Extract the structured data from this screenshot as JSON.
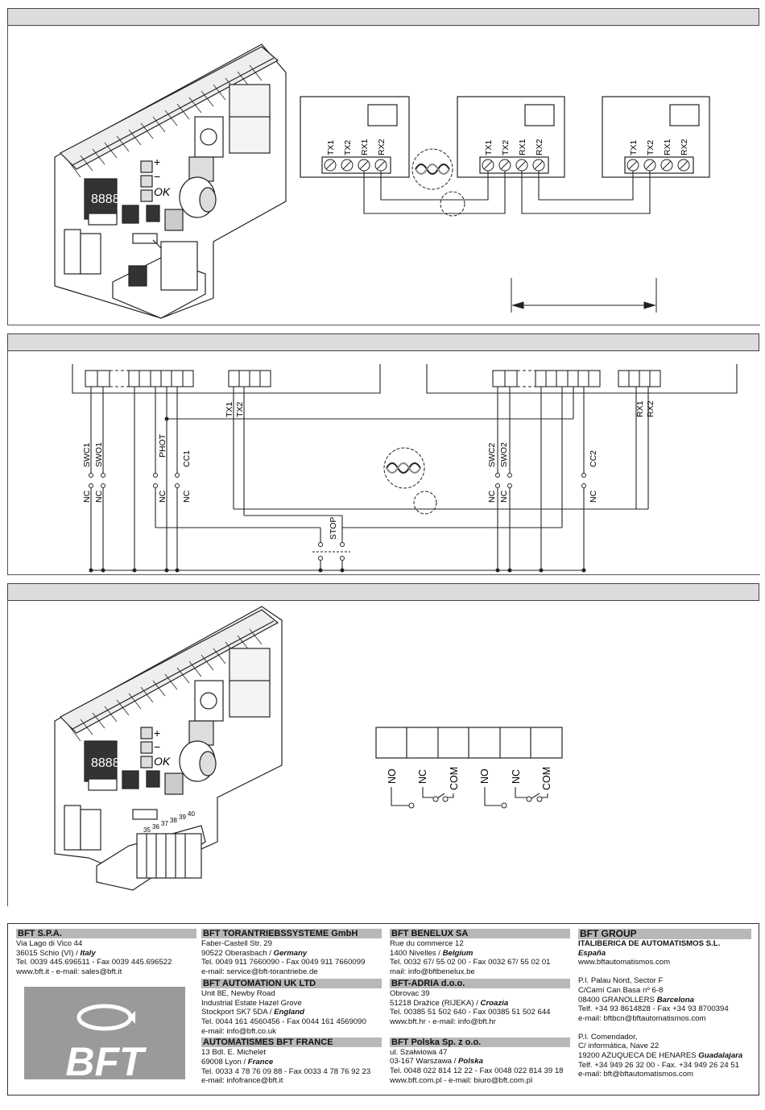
{
  "diagram1": {
    "boxes": [
      {
        "terms": [
          "TX1",
          "TX2",
          "RX1",
          "RX2"
        ]
      },
      {
        "terms": [
          "TX1",
          "TX2",
          "RX1",
          "RX2"
        ]
      },
      {
        "terms": [
          "TX1",
          "TX2",
          "RX1",
          "RX2"
        ]
      }
    ],
    "panel_labels": [
      "+",
      "−",
      "OK"
    ],
    "display": "8888"
  },
  "diagram2": {
    "labels_left": [
      "SWC1",
      "SWO1",
      "PHOT",
      "CC1"
    ],
    "nc": "NC",
    "tx": [
      "TX1",
      "TX2"
    ],
    "labels_mid": [
      "SWC2",
      "SWO2",
      "CC2"
    ],
    "rx": [
      "RX1",
      "RX2"
    ],
    "stop": "STOP"
  },
  "diagram3": {
    "relay_terms": [
      "NO",
      "NC",
      "COM",
      "NO",
      "NC",
      "COM"
    ],
    "terminal_numbers": [
      "35",
      "36",
      "37",
      "38",
      "39",
      "40"
    ],
    "panel_labels": [
      "+",
      "−",
      "OK"
    ],
    "display": "8888"
  },
  "footer": {
    "col1": {
      "title": "BFT S.P.A.",
      "lines": [
        "Via Lago di Vico 44"
      ],
      "city": "36015 Schio (VI) / ",
      "country": "Italy",
      "tel": "Tel. 0039 445.696511 - Fax 0039 445.696522",
      "web": "www.bft.it - e-mail: sales@bft.it",
      "logo_text": "BFT"
    },
    "col2": {
      "blocks": [
        {
          "title": "BFT TORANTRIEBSSYSTEME GmbH",
          "lines": [
            "Faber-Castell Str. 29"
          ],
          "city": "90522 Oberasbach / ",
          "country": "Germany",
          "rest": [
            "Tel. 0049 911 7660090 - Fax 0049 911 7660099",
            "e-mail: service@bft-torantriebe.de"
          ]
        },
        {
          "title": "BFT AUTOMATION UK LTD",
          "lines": [
            "Unit 8E, Newby Road",
            "Industrial Estate Hazel Grove"
          ],
          "city": "Stockport SK7 5DA / ",
          "country": "England",
          "rest": [
            "Tel. 0044 161 4560456 - Fax 0044 161 4569090",
            "e-mail: info@bft.co.uk"
          ]
        },
        {
          "title": "AUTOMATISMES BFT FRANCE",
          "lines": [
            "13 Bdl. E. Michelet"
          ],
          "city": "69008 Lyon / ",
          "country": "France",
          "rest": [
            "Tel. 0033 4 78 76 09 88 - Fax 0033 4 78 76 92 23",
            "e-mail: infofrance@bft.it"
          ]
        }
      ]
    },
    "col3": {
      "blocks": [
        {
          "title": "BFT BENELUX SA",
          "lines": [
            "Rue du commerce 12"
          ],
          "city": "1400 Nivelles / ",
          "country": "Belgium",
          "rest": [
            "Tel. 0032 67/ 55 02 00 - Fax 0032 67/ 55 02 01",
            "mail: info@bftbenelux.be"
          ]
        },
        {
          "title": "BFT-ADRIA d.o.o.",
          "lines": [
            "Obrovac 39"
          ],
          "city": "51218 Dražice (RIJEKA) / ",
          "country": "Croazia",
          "rest": [
            "Tel. 00385 51 502 640 - Fax 00385 51 502 644",
            "www.bft.hr - e-mail: info@bft.hr"
          ]
        },
        {
          "title": "BFT Polska Sp. z o.o.",
          "lines": [
            "ul. Szałwiowa 47"
          ],
          "city": "03-167 Warszawa / ",
          "country": "Polska",
          "rest": [
            "Tel. 0048 022 814 12 22 - Fax 0048 022 814 39 18",
            "www.bft.com.pl - e-mail: biuro@bft.com.pl"
          ]
        }
      ]
    },
    "col4": {
      "group": "BFT GROUP",
      "company": "ITALIBERICA DE AUTOMATISMOS S.L.",
      "country": "España",
      "web": "www.bftautomatismos.com",
      "addr1": [
        "P.I. Palau Nord, Sector F",
        "C/Camí Can Basa nº 6-8"
      ],
      "city1": "08400 GRANOLLERS ",
      "region1": "Barcelona",
      "rest1": [
        "Telf. +34 93 8614828 - Fax +34 93 8700394",
        "e-mail: bftbcn@bftautomatismos.com"
      ],
      "addr2": [
        "P.I. Comendador,",
        "C/ informática, Nave 22"
      ],
      "city2": "19200 AZUQUECA DE HENARES ",
      "region2": "Guadalajara",
      "rest2": [
        "Telf. +34 949 26 32 00 - Fax. +34 949 26 24 51",
        "e-mail: bft@bftautomatismos.com"
      ]
    }
  }
}
